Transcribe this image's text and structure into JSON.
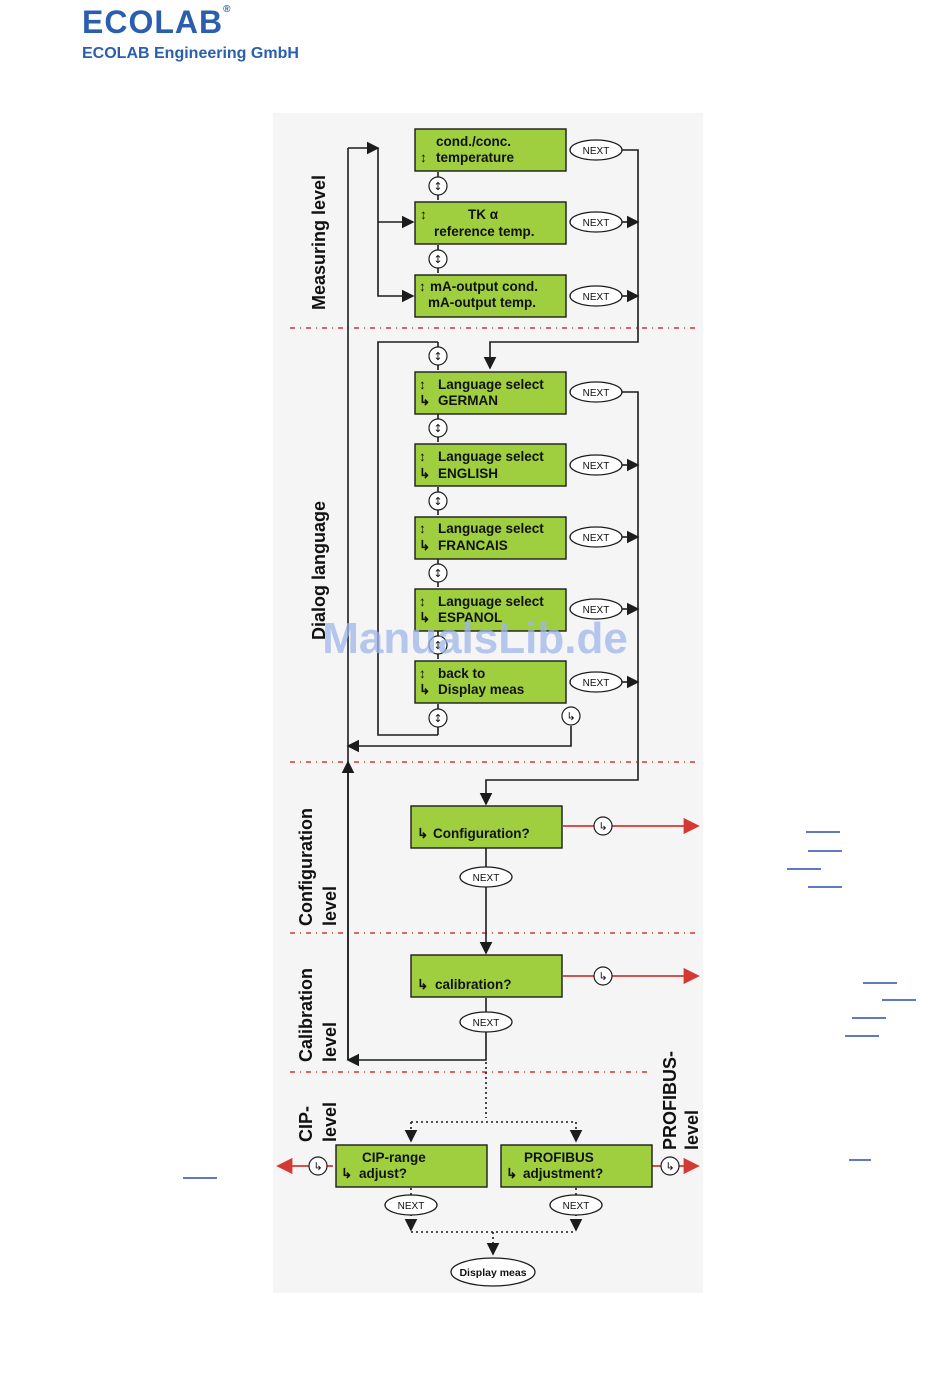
{
  "header": {
    "logo_text": "ECOLAB",
    "company": "ECOLAB Engineering GmbH"
  },
  "levels": {
    "measuring": "Measuring level",
    "dialog": "Dialog language",
    "configuration_1": "Configuration",
    "configuration_2": "level",
    "calibration_1": "Calibration",
    "calibration_2": "level",
    "cip_1": "CIP-",
    "cip_2": "level",
    "profibus_1": "PROFIBUS-",
    "profibus_2": "level"
  },
  "boxes": {
    "b1": {
      "line1": "cond./conc.",
      "line2": "temperature"
    },
    "b2": {
      "line1": "TK α",
      "line2": "reference temp."
    },
    "b3": {
      "line1": "mA-output cond.",
      "line2": "mA-output temp."
    },
    "b4": {
      "line1": "Language select",
      "line2": "GERMAN"
    },
    "b5": {
      "line1": "Language select",
      "line2": "ENGLISH"
    },
    "b6": {
      "line1": "Language select",
      "line2": "FRANCAIS"
    },
    "b7": {
      "line1": "Language select",
      "line2": "ESPANOL"
    },
    "b8": {
      "line1": "back to",
      "line2": "Display meas"
    },
    "b9": {
      "line1": "Configuration?"
    },
    "b10": {
      "line1": "calibration?"
    },
    "b11": {
      "line1": "CIP-range",
      "line2": "adjust?"
    },
    "b12": {
      "line1": "PROFIBUS",
      "line2": "adjustment?"
    }
  },
  "next_label": "NEXT",
  "display_meas": "Display meas",
  "symbols": {
    "updown": "↕",
    "enter": "↳"
  },
  "watermark": "ManualsLib.de"
}
